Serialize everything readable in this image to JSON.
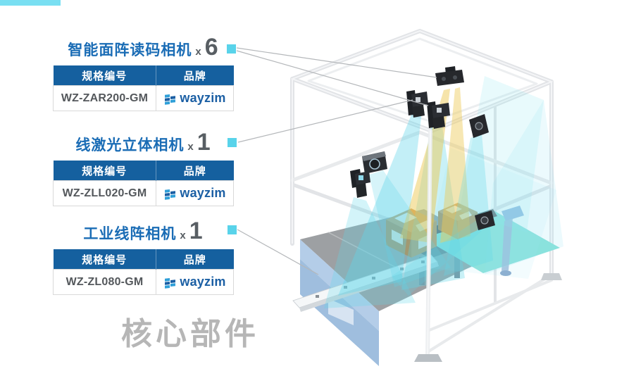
{
  "accent": {
    "topbar_color": "#79dff2",
    "callout_color": "#59d3ea"
  },
  "footer_label": "核心部件",
  "brand_logo": {
    "dark": "#1b5fa4",
    "light": "#2f9fd8"
  },
  "colors": {
    "title_blue": "#1a6cb5",
    "table_header_bg": "#15609f",
    "model_text": "#54585c",
    "count_gray": "#585e63",
    "footer_gray": "#b6b6b6"
  },
  "products": [
    {
      "title": "智能面阵读码相机",
      "times_label": "x",
      "count": "6",
      "spec_header": "规格编号",
      "brand_header": "品牌",
      "model": "WZ-ZAR200-GM",
      "brand": "wayzim"
    },
    {
      "title": "线激光立体相机",
      "times_label": "x",
      "count": "1",
      "spec_header": "规格编号",
      "brand_header": "品牌",
      "model": "WZ-ZLL020-GM",
      "brand": "wayzim"
    },
    {
      "title": "工业线阵相机",
      "times_label": "x",
      "count": "1",
      "spec_header": "规格编号",
      "brand_header": "品牌",
      "model": "WZ-ZL080-GM",
      "brand": "wayzim"
    }
  ]
}
